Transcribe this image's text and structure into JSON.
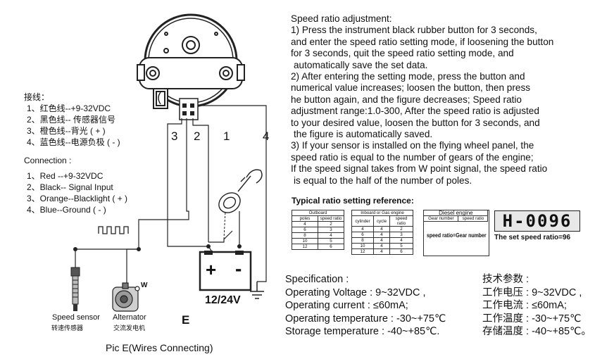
{
  "ratio_text": {
    "title": "Speed ratio adjustment:",
    "lines": [
      "1) Press the instrument black rubber button for 3 seconds,",
      "and enter the speed ratio setting mode,  if loosening the button",
      "for 3 seconds, quit the speed ratio setting mode, and",
      "automatically save the set data.",
      "2) After entering the setting mode, press the button and",
      "numerical value increases; loosen the button,    then press",
      "he button again, and the figure decreases; Speed ratio",
      "adjustment range:1.0-300, After   the speed ratio is adjusted",
      "to your desired value, loosen the button for 3 seconds, and",
      "the figure is   automatically saved.",
      "3) If your sensor is installed on the flying wheel panel, the",
      "speed ratio is equal to the number of gears of the engine;",
      "If the speed signal takes from W point signal, the speed ratio",
      "is equal to the half of the  number of poles."
    ]
  },
  "wiring_cn": {
    "title": "接线：",
    "items": [
      "1、红色线--+9-32VDC",
      "2、黑色线-- 传感器信号",
      "3、橙色线--背光 ( + )",
      "4、蓝色线--电源负极 ( - )"
    ]
  },
  "wiring_en": {
    "title": "Connection :",
    "items": [
      "1、Red --+9-32VDC",
      "2、Black-- Signal  Input",
      "3、Orange--Blacklight ( + )",
      "4、Blue--Ground ( - )"
    ]
  },
  "wire_numbers": {
    "n3": "3",
    "n2": "2",
    "n1": "1",
    "n4": "4"
  },
  "labels": {
    "w_point": "W",
    "battery": "12/24V",
    "battery_plus": "+",
    "battery_minus": "-",
    "speed_sensor_en": "Speed sensor",
    "speed_sensor_cn": "转速传感器",
    "alternator_en": "Alternator",
    "alternator_cn": "交流发电机",
    "pic_letter": "E",
    "caption": "Pic E(Wires Connecting)"
  },
  "reference": {
    "title": "Typical ratio setting reference:",
    "outboard": {
      "title": "Outboard",
      "headers": [
        "poles",
        "speed ratio"
      ],
      "rows": [
        [
          "4",
          "2"
        ],
        [
          "6",
          "3"
        ],
        [
          "8",
          "4"
        ],
        [
          "10",
          "5"
        ],
        [
          "12",
          "6"
        ]
      ]
    },
    "inboard": {
      "title": "Inboard or Gas engine",
      "headers": [
        "cylinder",
        "cycle",
        "speed ratio"
      ],
      "rows": [
        [
          "4",
          "4",
          "2"
        ],
        [
          "6",
          "4",
          "3"
        ],
        [
          "8",
          "4",
          "4"
        ],
        [
          "10",
          "4",
          "5"
        ],
        [
          "12",
          "4",
          "6"
        ]
      ]
    },
    "diesel": {
      "title": "Diesel engine",
      "headers": [
        "Gear number",
        "speed ratio"
      ],
      "formula": "speed ratio=Gear number"
    },
    "display": "H-0096",
    "display_caption": "The set speed ratio=96"
  },
  "spec_en": {
    "title": "Specification :",
    "items": [
      "Operating Voltage : 9~32VDC ,",
      "Operating current : ≤60mA;",
      "Operating temperature : -30~+75℃",
      "Storage temperature : -40~+85℃."
    ]
  },
  "spec_cn": {
    "title": "技术参数 :",
    "items": [
      "工作电压 : 9~32VDC ,",
      "工作电流 : ≤60mA;",
      "工作温度 : -30~+75℃",
      "存储温度 : -40~+85℃。"
    ]
  }
}
